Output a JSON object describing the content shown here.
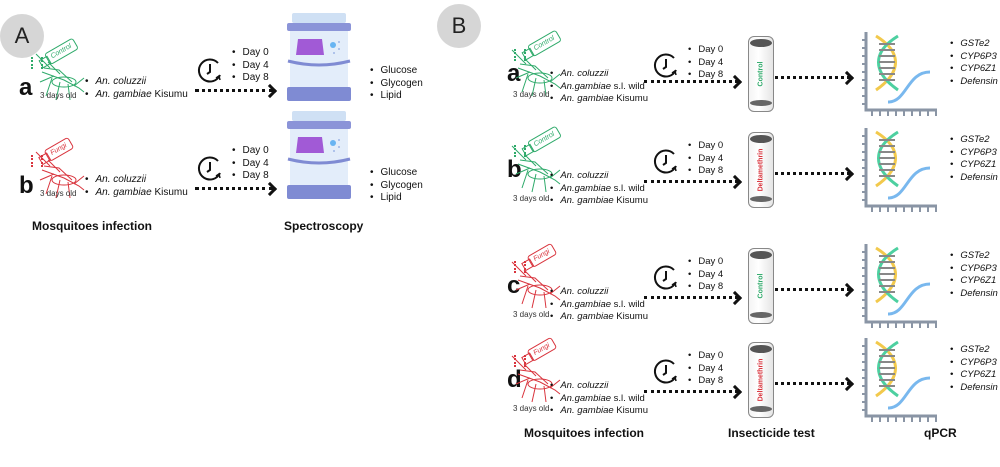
{
  "panel_a": {
    "label": "A",
    "rows": [
      {
        "label": "a",
        "spray": "Control",
        "spray_color": "#2eaa6a",
        "age": "3 days old",
        "species": [
          {
            "it": "An. coluzzii",
            "rest": ""
          },
          {
            "it": "An. gambiae",
            "rest": " Kisumu"
          }
        ],
        "days": [
          "Day 0",
          "Day 4",
          "Day 8"
        ],
        "outputs": [
          "Glucose",
          "Glycogen",
          "Lipid"
        ]
      },
      {
        "label": "b",
        "spray": "Fungi",
        "spray_color": "#d9343d",
        "age": "3 days old",
        "species": [
          {
            "it": "An. coluzzii",
            "rest": ""
          },
          {
            "it": "An. gambiae",
            "rest": " Kisumu"
          }
        ],
        "days": [
          "Day 0",
          "Day 4",
          "Day 8"
        ],
        "outputs": [
          "Glucose",
          "Glycogen",
          "Lipid"
        ]
      }
    ],
    "headings": {
      "infection": "Mosquitoes infection",
      "spectroscopy": "Spectroscopy"
    }
  },
  "panel_b": {
    "label": "B",
    "rows": [
      {
        "label": "a",
        "spray": "Control",
        "spray_color": "#2eaa6a",
        "age": "3 days old",
        "tube": "Control",
        "tube_color": "#2eaa6a"
      },
      {
        "label": "b",
        "spray": "Control",
        "spray_color": "#2eaa6a",
        "age": "3 days old",
        "tube": "Deltamethrin",
        "tube_color": "#d9343d"
      },
      {
        "label": "c",
        "spray": "Fungi",
        "spray_color": "#d9343d",
        "age": "3 days old",
        "tube": "Control",
        "tube_color": "#2eaa6a"
      },
      {
        "label": "d",
        "spray": "Fungi",
        "spray_color": "#d9343d",
        "age": "3 days old",
        "tube": "Deltamethrin",
        "tube_color": "#d9343d"
      }
    ],
    "species": [
      {
        "it": "An. coluzzii",
        "rest": ""
      },
      {
        "it": "An.gambiae",
        "rest": " s.l. wild"
      },
      {
        "it": "An. gambiae",
        "rest": " Kisumu"
      }
    ],
    "days": [
      "Day 0",
      "Day 4",
      "Day 8"
    ],
    "genes": [
      "GSTe2",
      "CYP6P3",
      "CYP6Z1",
      "Defensin"
    ],
    "headings": {
      "infection": "Mosquitoes infection",
      "insecticide": "Insecticide test",
      "qpcr": "qPCR"
    }
  }
}
